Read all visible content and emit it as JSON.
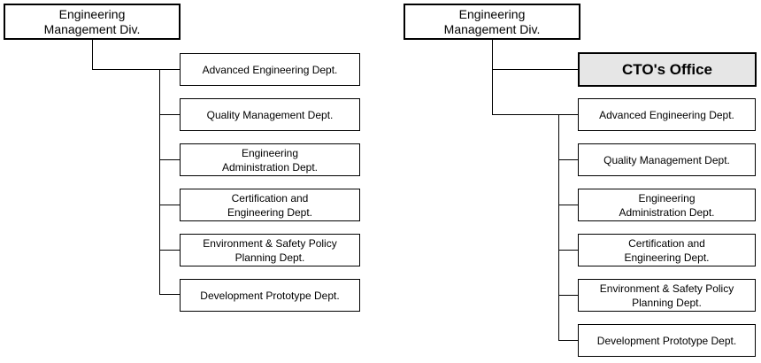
{
  "left_chart": {
    "root": "Engineering\nManagement Div.",
    "departments": [
      "Advanced Engineering Dept.",
      "Quality Management Dept.",
      "Engineering\nAdministration Dept.",
      "Certification and\nEngineering Dept.",
      "Environment & Safety Policy\nPlanning Dept.",
      "Development Prototype Dept."
    ]
  },
  "right_chart": {
    "root": "Engineering\nManagement Div.",
    "highlight": "CTO's Office",
    "departments": [
      "Advanced Engineering Dept.",
      "Quality Management Dept.",
      "Engineering\nAdministration Dept.",
      "Certification and\nEngineering Dept.",
      "Environment & Safety Policy\nPlanning Dept.",
      "Development Prototype Dept."
    ]
  },
  "colors": {
    "border": "#000000",
    "highlight_fill": "#e6e6e6",
    "background": "#ffffff"
  }
}
